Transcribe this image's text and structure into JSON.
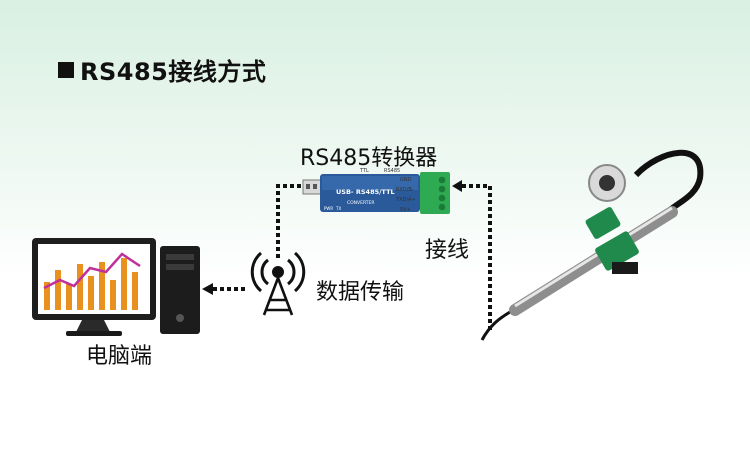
{
  "title": "RS485接线方式",
  "converter": {
    "label": "RS485转换器",
    "device_title": "USB- RS485/TTL",
    "device_subtitle": "CONVERTER",
    "device_top_labels": [
      "TTL",
      "RS485"
    ],
    "device_pins": [
      "GND",
      "RXD/B-",
      "TXD/A+",
      "5V+"
    ],
    "device_indicators": [
      "PWR",
      "TX"
    ]
  },
  "wiring_label": "接线",
  "transmission_label": "数据传输",
  "computer_label": "电脑端",
  "colors": {
    "dotted_line": "#111111",
    "terminal_green": "#2eaa52",
    "device_blue": "#2a5a9a",
    "clamp_green": "#1f8a4c"
  }
}
